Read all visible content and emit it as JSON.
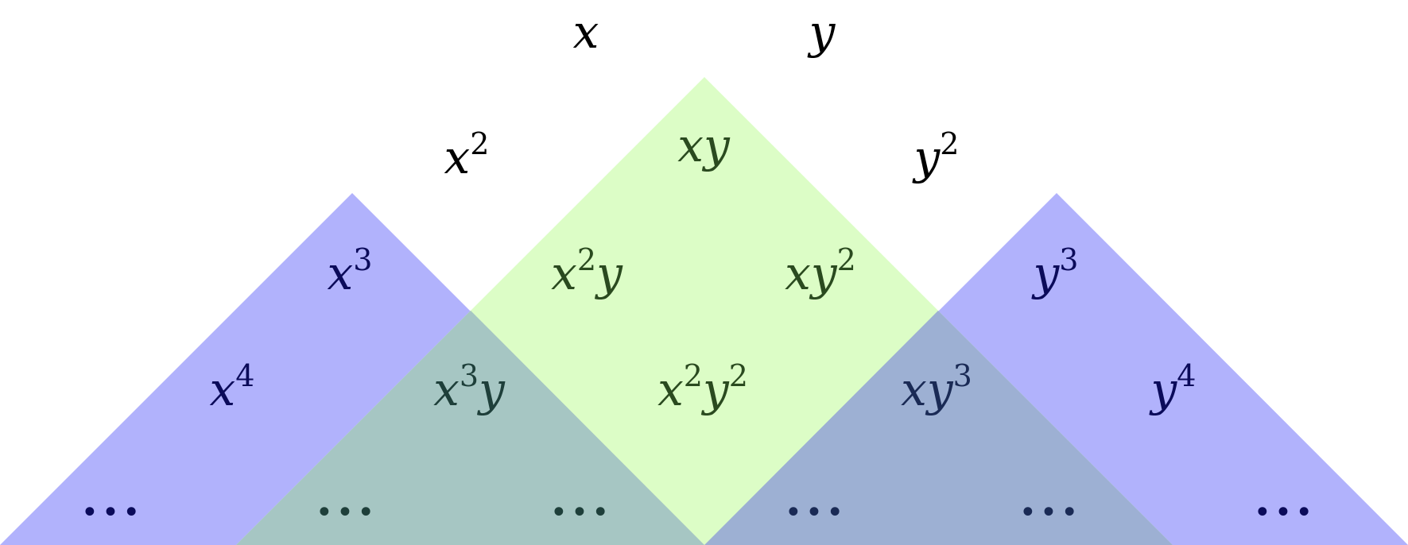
{
  "colors": {
    "background": "#ffffff",
    "blue_region": "#b1b2fc",
    "green_region": "#dcfdc6",
    "blue_green_overlap": "#a6c6c3",
    "green_blue_overlap": "#9db0d3",
    "text_black": "#000000",
    "text_green": "#2a4a1f",
    "text_navy": "#0b0b5a",
    "text_dark_teal": "#1e3f3a",
    "text_dark_slate": "#1a2a55"
  },
  "monomials": [
    {
      "id": "x",
      "base": [
        "x"
      ],
      "exp": [
        ""
      ],
      "tone": "black"
    },
    {
      "id": "y",
      "base": [
        "y"
      ],
      "exp": [
        ""
      ],
      "tone": "black"
    },
    {
      "id": "x2",
      "base": [
        "x"
      ],
      "exp": [
        "2"
      ],
      "tone": "black"
    },
    {
      "id": "xy",
      "base": [
        "x",
        "y"
      ],
      "exp": [
        "",
        ""
      ],
      "tone": "green"
    },
    {
      "id": "y2",
      "base": [
        "y"
      ],
      "exp": [
        "2"
      ],
      "tone": "black"
    },
    {
      "id": "x3",
      "base": [
        "x"
      ],
      "exp": [
        "3"
      ],
      "tone": "navy"
    },
    {
      "id": "x2y",
      "base": [
        "x",
        "y"
      ],
      "exp": [
        "2",
        ""
      ],
      "tone": "green"
    },
    {
      "id": "xy2",
      "base": [
        "x",
        "y"
      ],
      "exp": [
        "",
        "2"
      ],
      "tone": "green"
    },
    {
      "id": "y3",
      "base": [
        "y"
      ],
      "exp": [
        "3"
      ],
      "tone": "navy"
    },
    {
      "id": "x4",
      "base": [
        "x"
      ],
      "exp": [
        "4"
      ],
      "tone": "navy"
    },
    {
      "id": "x3y",
      "base": [
        "x",
        "y"
      ],
      "exp": [
        "3",
        ""
      ],
      "tone": "teal"
    },
    {
      "id": "x2y2",
      "base": [
        "x",
        "y"
      ],
      "exp": [
        "2",
        "2"
      ],
      "tone": "green"
    },
    {
      "id": "xy3",
      "base": [
        "x",
        "y"
      ],
      "exp": [
        "",
        "3"
      ],
      "tone": "slate"
    },
    {
      "id": "y4",
      "base": [
        "y"
      ],
      "exp": [
        "4"
      ],
      "tone": "navy"
    }
  ],
  "ellipses": [
    {
      "id": "dots-1",
      "text": "...",
      "tone": "navy"
    },
    {
      "id": "dots-2",
      "text": "...",
      "tone": "teal"
    },
    {
      "id": "dots-3",
      "text": "...",
      "tone": "teal"
    },
    {
      "id": "dots-4",
      "text": "...",
      "tone": "slate"
    },
    {
      "id": "dots-5",
      "text": "...",
      "tone": "slate"
    },
    {
      "id": "dots-6",
      "text": "...",
      "tone": "navy"
    }
  ]
}
